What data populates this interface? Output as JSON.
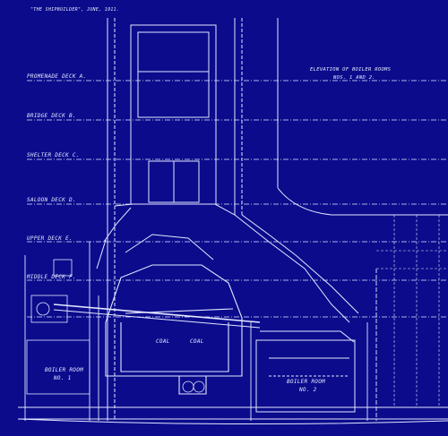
{
  "caption": "\"The Shipbuilder\", June, 1911.",
  "title": {
    "line1": "Elevation of Boiler Rooms",
    "line2": "Nos. 1 and 2."
  },
  "decks": [
    {
      "key": "promenade",
      "label": "Promenade Deck A."
    },
    {
      "key": "bridge",
      "label": "Bridge Deck B."
    },
    {
      "key": "shelter",
      "label": "Shelter Deck C."
    },
    {
      "key": "saloon",
      "label": "Saloon Deck D."
    },
    {
      "key": "upper",
      "label": "Upper Deck E."
    },
    {
      "key": "middle",
      "label": "Middle Deck F."
    }
  ],
  "bunkers": [
    "Coal",
    "Coal"
  ],
  "rooms": [
    {
      "key": "room1",
      "line1": "Boiler Room",
      "line2": "No. 1"
    },
    {
      "key": "room2",
      "line1": "Boiler Room",
      "line2": "No. 2"
    }
  ],
  "colors": {
    "background": "#0b0b8c",
    "lines": "#e9ecff"
  }
}
